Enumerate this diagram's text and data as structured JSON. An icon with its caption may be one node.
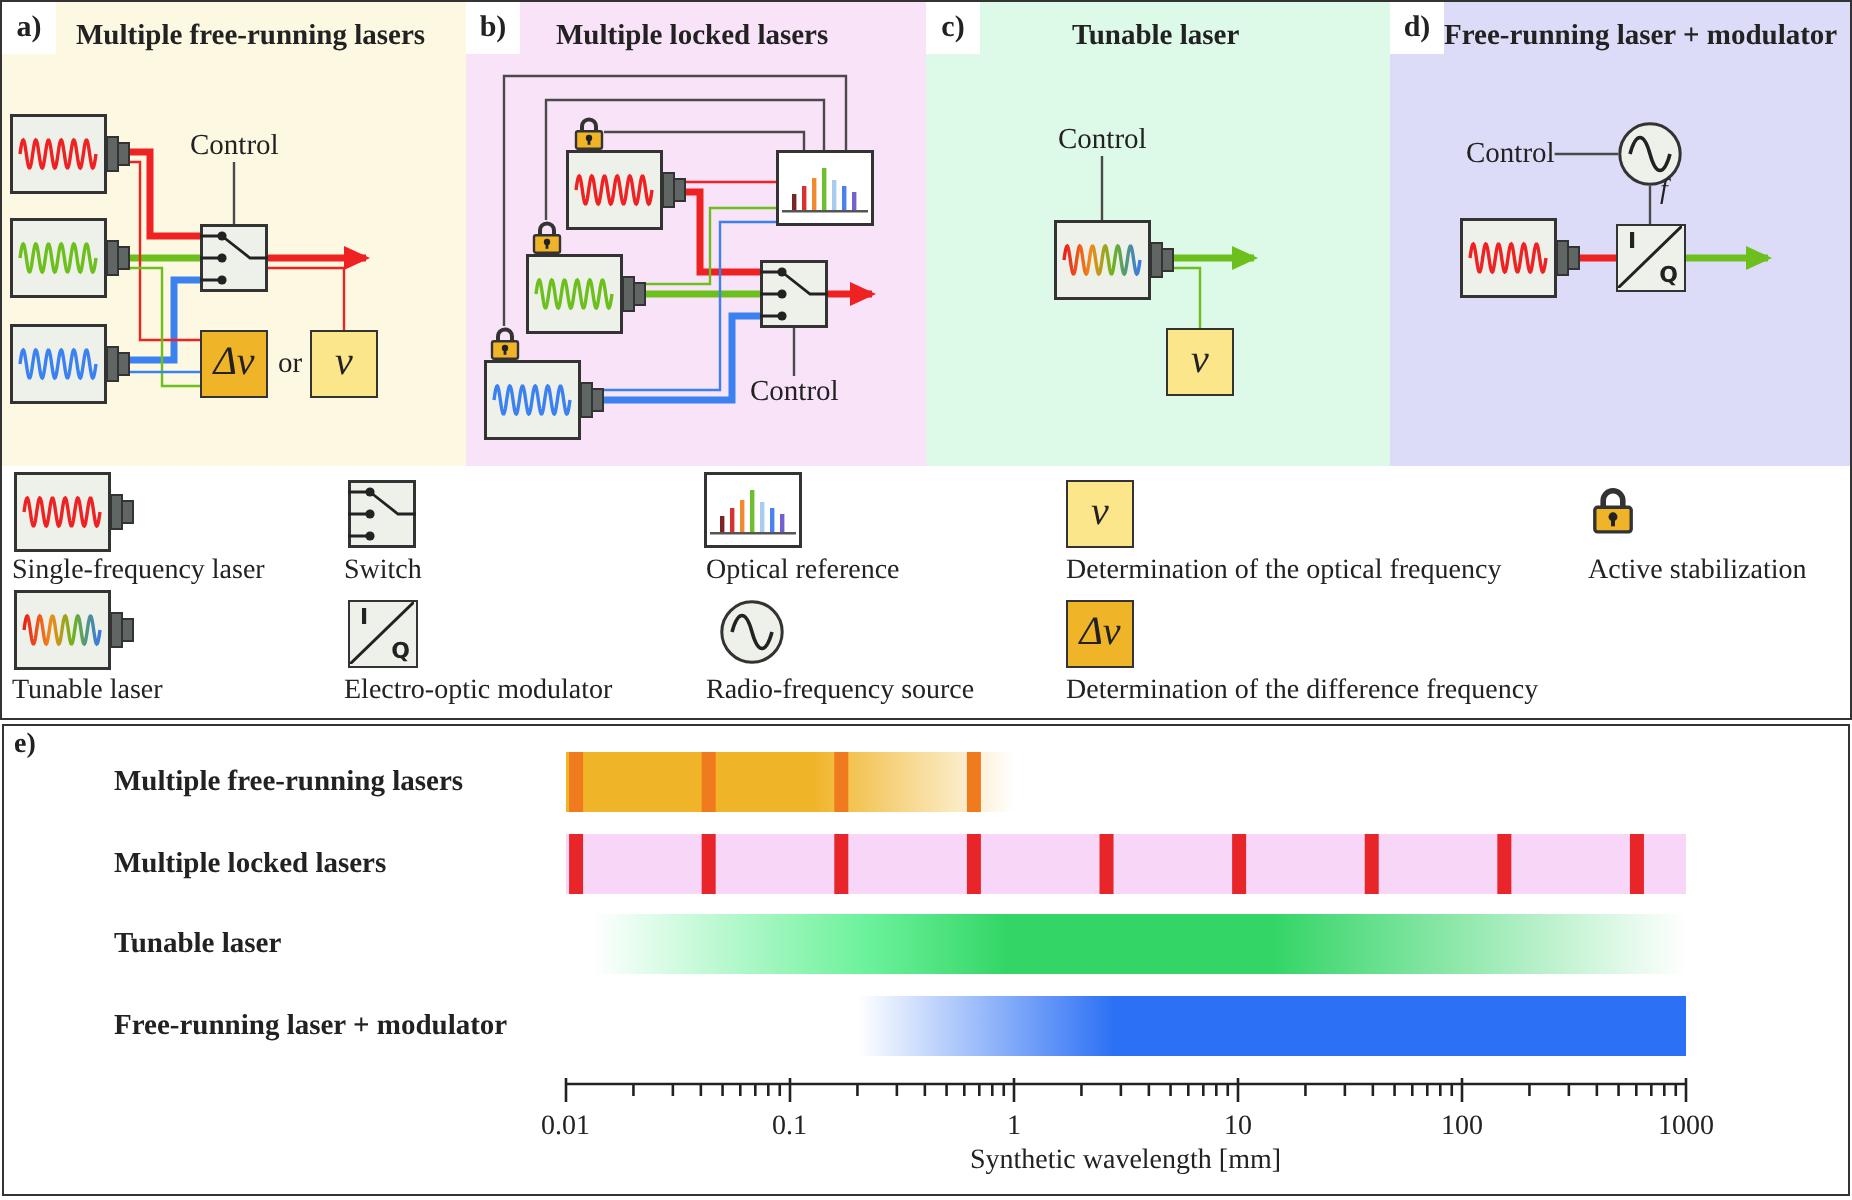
{
  "diagram": {
    "nodes": [
      {
        "text": [
          "a)",
          "Multiple free-running lasers"
        ]
      },
      {
        "text": [],
        "shape": "picture",
        "in": 0
      },
      {
        "text": [],
        "shape": "picture",
        "in": 0
      },
      {
        "text": [],
        "shape": "picture",
        "in": 0
      },
      {
        "text": [
          "Control"
        ],
        "in": 0
      },
      {
        "text": [],
        "shape": "picture",
        "in": 0
      },
      {
        "text": [
          "Δν"
        ],
        "in": 0
      },
      {
        "text": [
          "ν"
        ],
        "in": 0
      },
      {
        "text": [
          "b)",
          "Multiple locked lasers"
        ]
      },
      {
        "text": [],
        "shape": "picture",
        "in": 8
      },
      {
        "text": [],
        "shape": "picture",
        "in": 8
      },
      {
        "text": [],
        "shape": "picture",
        "in": 8
      },
      {
        "text": [],
        "shape": "picture",
        "in": 8
      },
      {
        "text": [],
        "shape": "picture",
        "in": 8
      },
      {
        "text": [],
        "shape": "picture",
        "in": 8
      },
      {
        "text": [],
        "shape": "picture",
        "in": 8
      },
      {
        "text": [],
        "shape": "picture",
        "in": 8
      },
      {
        "text": [
          "Control"
        ],
        "in": 8
      },
      {
        "text": [
          "c)",
          "Tunable laser"
        ]
      },
      {
        "text": [
          "Control"
        ],
        "in": 18
      },
      {
        "text": [],
        "shape": "picture",
        "in": 18
      },
      {
        "text": [
          "ν"
        ],
        "in": 18
      },
      {
        "text": [
          "d)",
          "Free-running laser + modulator"
        ]
      },
      {
        "text": [
          "Control"
        ],
        "in": 22
      },
      {
        "text": [],
        "shape": "circle",
        "in": 22
      },
      {
        "text": [],
        "shape": "picture",
        "in": 22
      },
      {
        "text": [
          "I",
          "Q"
        ],
        "in": 22
      },
      {
        "text": [
          "ν"
        ]
      },
      {
        "text": [
          "I",
          "Q"
        ]
      },
      {
        "text": [
          "Δν"
        ]
      },
      {
        "text": [
          "e)"
        ]
      },
      {
        "text": [],
        "shape": "bar",
        "in": 30
      },
      {
        "text": [],
        "shape": "bar",
        "in": 30
      },
      {
        "text": [],
        "shape": "bar",
        "in": 30
      },
      {
        "text": [],
        "shape": "bar",
        "in": 30
      }
    ],
    "edges": [
      {
        "from": 1,
        "to": 5,
        "arrow": "none",
        "style": "thick",
        "color": "#ee2222"
      },
      {
        "from": 2,
        "to": 5,
        "arrow": "none",
        "style": "thick",
        "color": "#6cbf1c"
      },
      {
        "from": 3,
        "to": 5,
        "arrow": "none",
        "style": "thick",
        "color": "#3b82f0"
      },
      {
        "from": 1,
        "to": 6,
        "arrow": "none",
        "color": "#ee2222"
      },
      {
        "from": 2,
        "to": 6,
        "arrow": "none",
        "color": "#6cbf1c"
      },
      {
        "from": 3,
        "to": 6,
        "arrow": "none",
        "color": "#3b82f0"
      },
      {
        "from": 4,
        "to": 5,
        "arrow": "none",
        "color": "#4a4a4a"
      },
      {
        "from": 5,
        "to": null,
        "arrow": "to",
        "style": "thick",
        "color": "#ee2222"
      },
      {
        "from": 5,
        "to": 7,
        "arrow": "none",
        "color": "#ee2222"
      },
      {
        "from": 10,
        "to": 16,
        "arrow": "none",
        "style": "thick",
        "color": "#ee2222"
      },
      {
        "from": 12,
        "to": 16,
        "arrow": "none",
        "style": "thick",
        "color": "#6cbf1c"
      },
      {
        "from": 14,
        "to": 16,
        "arrow": "none",
        "style": "thick",
        "color": "#3b82f0"
      },
      {
        "from": 10,
        "to": 15,
        "arrow": "none",
        "color": "#ee2222"
      },
      {
        "from": 12,
        "to": 15,
        "arrow": "none",
        "color": "#6cbf1c"
      },
      {
        "from": 14,
        "to": 15,
        "arrow": "none",
        "color": "#3b82f0"
      },
      {
        "from": 15,
        "to": 9,
        "arrow": "none",
        "color": "#4a4a4a"
      },
      {
        "from": 15,
        "to": 11,
        "arrow": "none",
        "color": "#4a4a4a"
      },
      {
        "from": 15,
        "to": 13,
        "arrow": "none",
        "color": "#4a4a4a"
      },
      {
        "from": 16,
        "to": null,
        "arrow": "to",
        "style": "thick",
        "color": "#ee2222"
      },
      {
        "from": 17,
        "to": 16,
        "arrow": "none",
        "color": "#4a4a4a"
      },
      {
        "from": 19,
        "to": 20,
        "arrow": "none",
        "color": "#4a4a4a"
      },
      {
        "from": 20,
        "to": null,
        "arrow": "to",
        "style": "thick",
        "color": "#6cbf1c"
      },
      {
        "from": 20,
        "to": 21,
        "arrow": "none",
        "color": "#6cbf1c"
      },
      {
        "from": 23,
        "to": 24,
        "arrow": "none",
        "color": "#4a4a4a"
      },
      {
        "from": 24,
        "to": 26,
        "arrow": "none",
        "label": "f",
        "color": "#4a4a4a"
      },
      {
        "from": 25,
        "to": 26,
        "arrow": "none",
        "style": "thick",
        "color": "#ee2222"
      },
      {
        "from": 26,
        "to": null,
        "arrow": "to",
        "style": "thick",
        "color": "#6cbf1c"
      }
    ],
    "labels": [
      "or",
      "Multiple free-running lasers",
      "Multiple locked lasers",
      "Tunable laser",
      "Free-running laser + modulator",
      "0.01",
      "0.1",
      "1",
      "10",
      "100",
      "1000",
      "Synthetic wavelength [mm]"
    ],
    "legend": [
      {
        "text": "Single-frequency laser"
      },
      {
        "text": "Switch"
      },
      {
        "text": "Optical reference"
      },
      {
        "text": "Determination of the optical frequency"
      },
      {
        "text": "Active stabilization"
      },
      {
        "text": "Tunable laser"
      },
      {
        "text": "Electro-optic modulator"
      },
      {
        "text": "Radio-frequency source"
      },
      {
        "text": "Determination of the difference frequency"
      }
    ]
  }
}
